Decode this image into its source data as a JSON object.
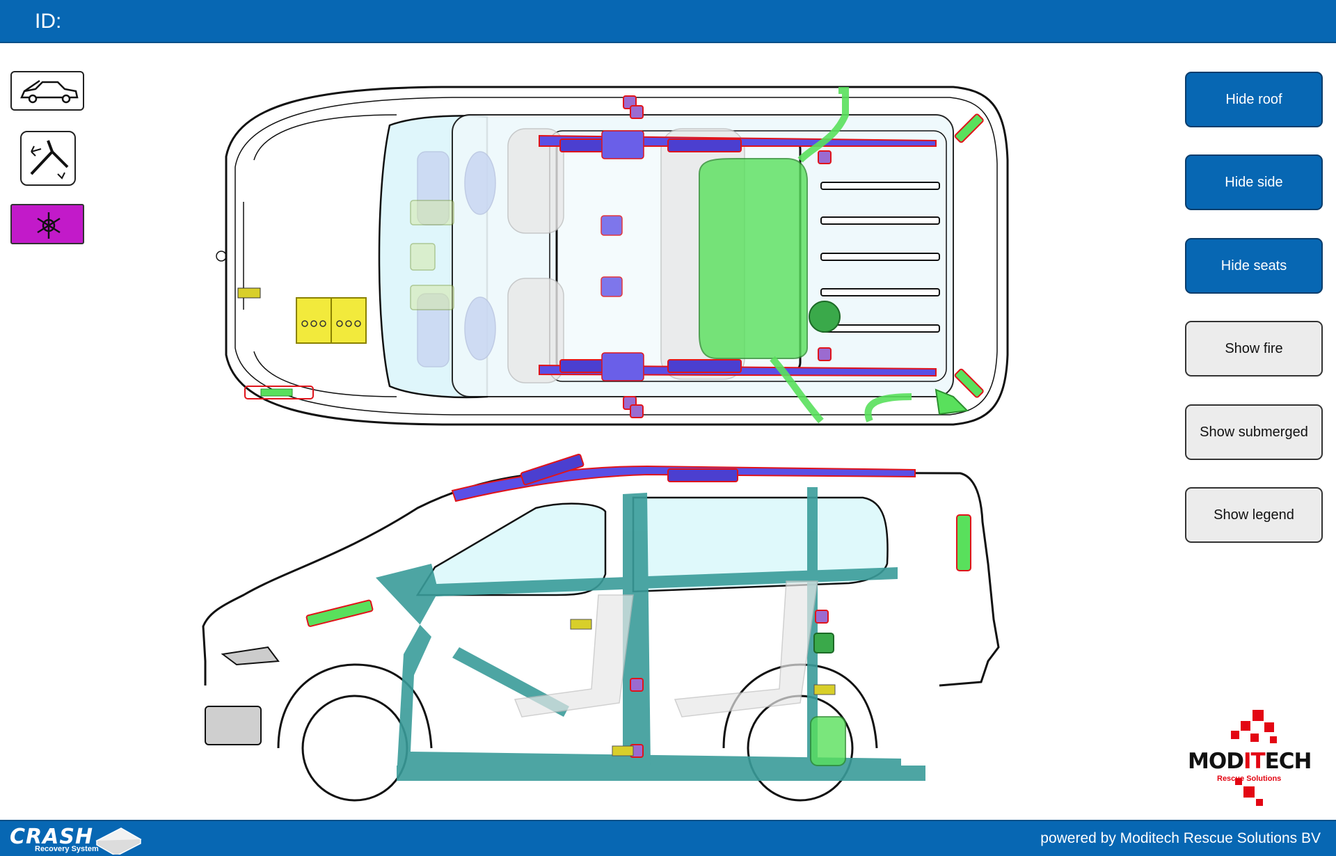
{
  "header": {
    "id_label": "ID:"
  },
  "left_toolbar": {
    "icons": [
      "car-hood-icon",
      "steering-wheel-icon",
      "climate-snowflake-icon"
    ]
  },
  "right_buttons": [
    {
      "label": "Hide roof",
      "style": "primary"
    },
    {
      "label": "Hide side",
      "style": "primary"
    },
    {
      "label": "Hide seats",
      "style": "primary"
    },
    {
      "label": "Show fire",
      "style": "secondary"
    },
    {
      "label": "Show submerged",
      "style": "secondary"
    },
    {
      "label": "Show legend",
      "style": "secondary"
    }
  ],
  "footer": {
    "powered_by": "powered by Moditech Rescue Solutions BV",
    "crash_title": "CRASH",
    "crash_subtitle": "Recovery System"
  },
  "brand": {
    "name_prefix": "MOD",
    "name_highlight": "IT",
    "name_suffix": "ECH",
    "tagline": "Rescue Solutions"
  },
  "colors": {
    "header_blue": "#0767b3",
    "airbag_blue": "#5a4fe6",
    "gas_green": "#59e05c",
    "battery_yellow": "#f2ea3c",
    "reinforcement_teal": "#3a9c9a",
    "warning_red": "#e0141b",
    "climate_magenta": "#c21ac9",
    "brand_red": "#e30613"
  }
}
